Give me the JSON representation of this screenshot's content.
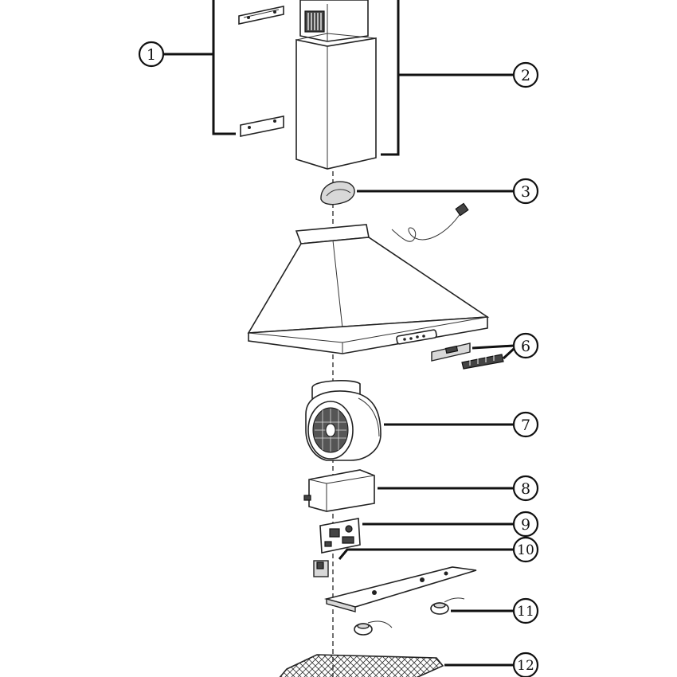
{
  "diagram": {
    "type": "exploded-parts-view",
    "callouts": [
      {
        "id": "c1",
        "label": "1"
      },
      {
        "id": "c2",
        "label": "2"
      },
      {
        "id": "c3",
        "label": "3"
      },
      {
        "id": "c6",
        "label": "6"
      },
      {
        "id": "c7",
        "label": "7"
      },
      {
        "id": "c8",
        "label": "8"
      },
      {
        "id": "c9",
        "label": "9"
      },
      {
        "id": "c10",
        "label": "10"
      },
      {
        "id": "c11",
        "label": "11"
      },
      {
        "id": "c12",
        "label": "12"
      }
    ]
  }
}
